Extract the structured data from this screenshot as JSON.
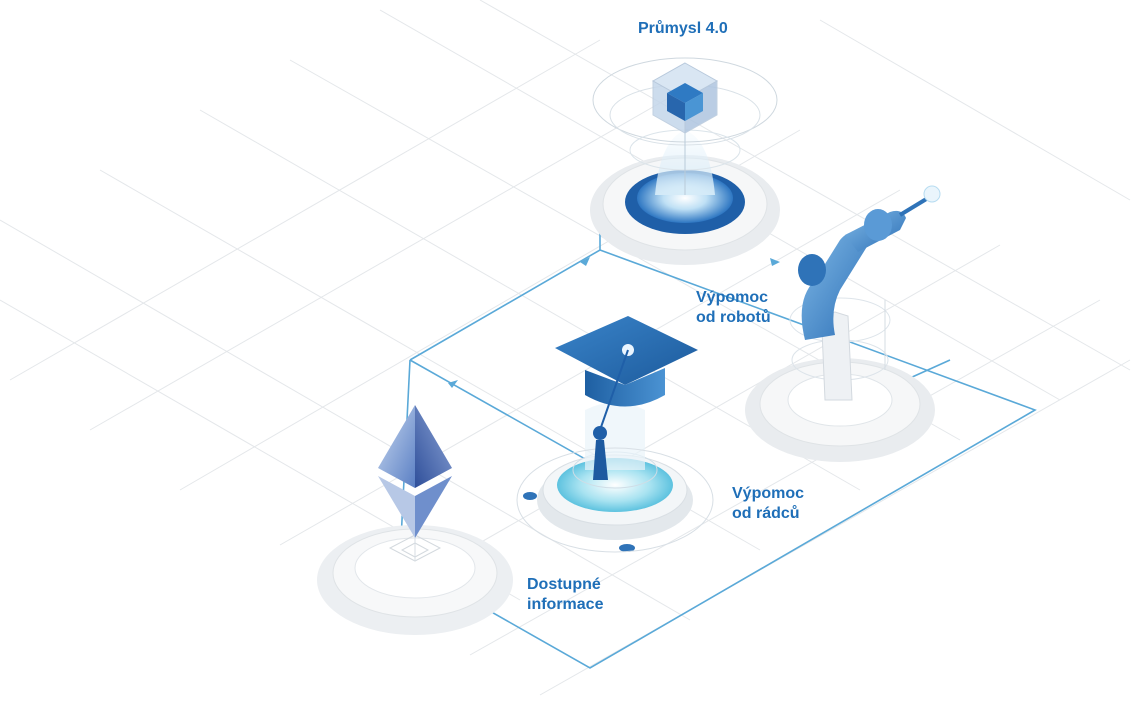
{
  "labels": {
    "industry": "Průmysl 4.0",
    "robots": [
      "Výpomoc",
      "od robotů"
    ],
    "advisors": [
      "Výpomoc",
      "od rádců"
    ],
    "info": [
      "Dostupné",
      "informace"
    ]
  },
  "colors": {
    "accent": "#1f6fb8",
    "line": "#5aa9d8",
    "grid": "#e4e7ea",
    "platform": "#e9ecef",
    "platform_dark": "#d7dce1"
  },
  "icons": [
    "cube-icon",
    "robot-arm-icon",
    "graduation-cap-icon",
    "crystal-icon"
  ]
}
